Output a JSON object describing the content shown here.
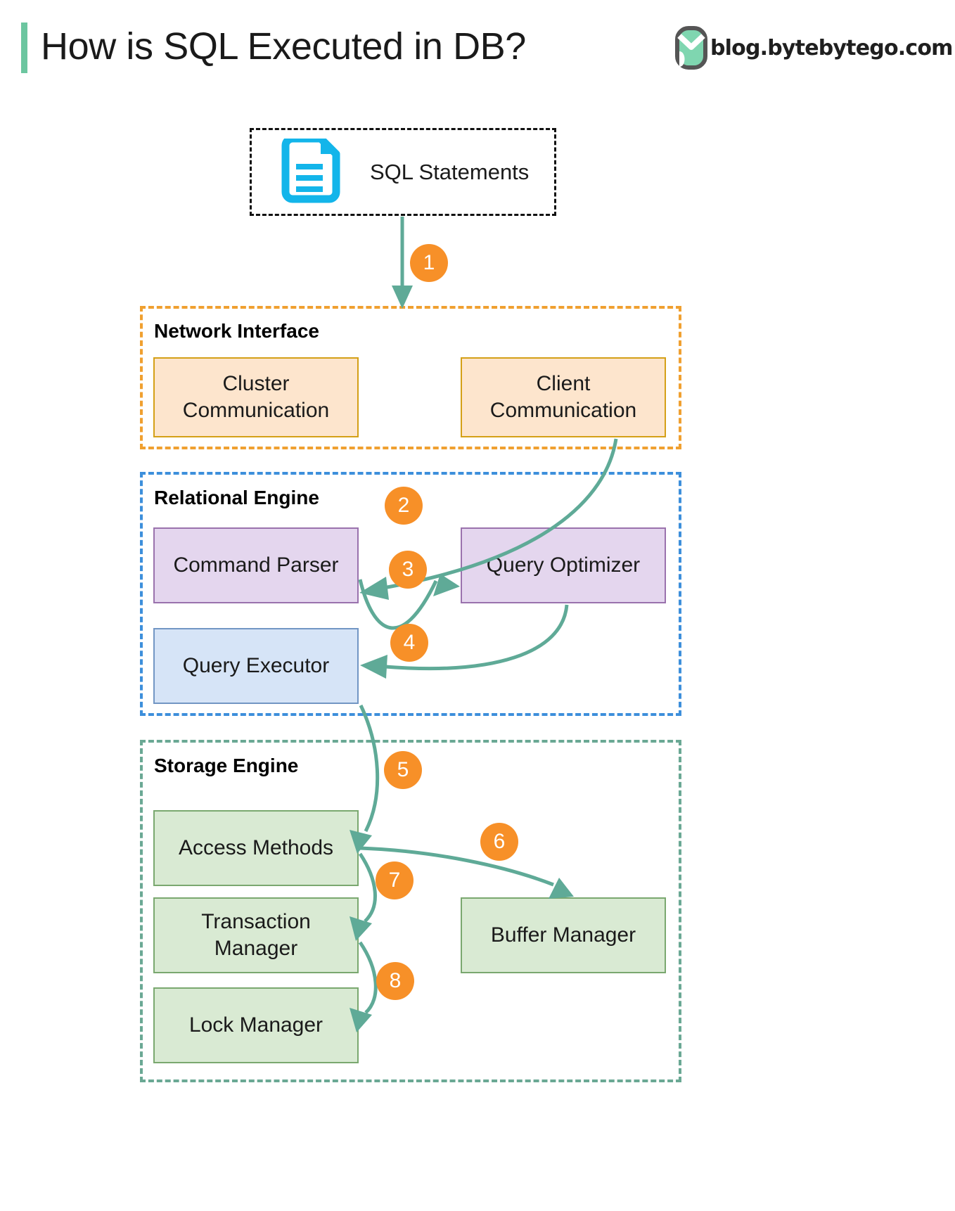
{
  "header": {
    "title": "How is SQL Executed in DB?",
    "brand_text": "blog.bytebytego.com",
    "accent_color": "#6cc6a0",
    "logo_name": "bytebytego-logo"
  },
  "input": {
    "label": "SQL Statements",
    "icon": "document-icon",
    "icon_color": "#13b5ea",
    "border_style": "dashed",
    "border_color": "#111111"
  },
  "groups": [
    {
      "id": "network-interface",
      "title": "Network Interface",
      "border_color": "#f0a030",
      "nodes": [
        {
          "id": "cluster-communication",
          "label": "Cluster\nCommunication",
          "fill": "#fde5cd",
          "stroke": "#d4a017"
        },
        {
          "id": "client-communication",
          "label": "Client\nCommunication",
          "fill": "#fde5cd",
          "stroke": "#d4a017"
        }
      ]
    },
    {
      "id": "relational-engine",
      "title": "Relational Engine",
      "border_color": "#3d8fdb",
      "nodes": [
        {
          "id": "command-parser",
          "label": "Command Parser",
          "fill": "#e4d6ee",
          "stroke": "#9a72ad"
        },
        {
          "id": "query-optimizer",
          "label": "Query Optimizer",
          "fill": "#e4d6ee",
          "stroke": "#9a72ad"
        },
        {
          "id": "query-executor",
          "label": "Query Executor",
          "fill": "#d6e4f7",
          "stroke": "#7296c4"
        }
      ]
    },
    {
      "id": "storage-engine",
      "title": "Storage Engine",
      "border_color": "#6aa894",
      "nodes": [
        {
          "id": "access-methods",
          "label": "Access Methods",
          "fill": "#d9ead3",
          "stroke": "#7aa86f"
        },
        {
          "id": "transaction-manager",
          "label": "Transaction\nManager",
          "fill": "#d9ead3",
          "stroke": "#7aa86f"
        },
        {
          "id": "lock-manager",
          "label": "Lock Manager",
          "fill": "#d9ead3",
          "stroke": "#7aa86f"
        },
        {
          "id": "buffer-manager",
          "label": "Buffer Manager",
          "fill": "#d9ead3",
          "stroke": "#7aa86f"
        }
      ]
    }
  ],
  "labels": {
    "cluster_communication_line1": "Cluster",
    "cluster_communication_line2": "Communication",
    "client_communication_line1": "Client",
    "client_communication_line2": "Communication",
    "command_parser": "Command Parser",
    "query_optimizer": "Query Optimizer",
    "query_executor": "Query Executor",
    "access_methods": "Access Methods",
    "transaction_manager_line1": "Transaction",
    "transaction_manager_line2": "Manager",
    "lock_manager": "Lock Manager",
    "buffer_manager": "Buffer Manager",
    "network_interface": "Network Interface",
    "relational_engine": "Relational Engine",
    "storage_engine": "Storage Engine"
  },
  "flow": {
    "arrow_color": "#5faa97",
    "badge_color": "#f79028",
    "badge_text_color": "#ffffff",
    "steps": [
      {
        "n": "1",
        "from": "SQL Statements",
        "to": "Network Interface"
      },
      {
        "n": "2",
        "from": "Client Communication",
        "to": "Command Parser"
      },
      {
        "n": "3",
        "from": "Command Parser",
        "to": "Query Optimizer"
      },
      {
        "n": "4",
        "from": "Query Optimizer",
        "to": "Query Executor"
      },
      {
        "n": "5",
        "from": "Query Executor",
        "to": "Access Methods"
      },
      {
        "n": "6",
        "from": "Access Methods",
        "to": "Buffer Manager"
      },
      {
        "n": "7",
        "from": "Access Methods",
        "to": "Transaction Manager"
      },
      {
        "n": "8",
        "from": "Transaction Manager",
        "to": "Lock Manager"
      }
    ]
  }
}
